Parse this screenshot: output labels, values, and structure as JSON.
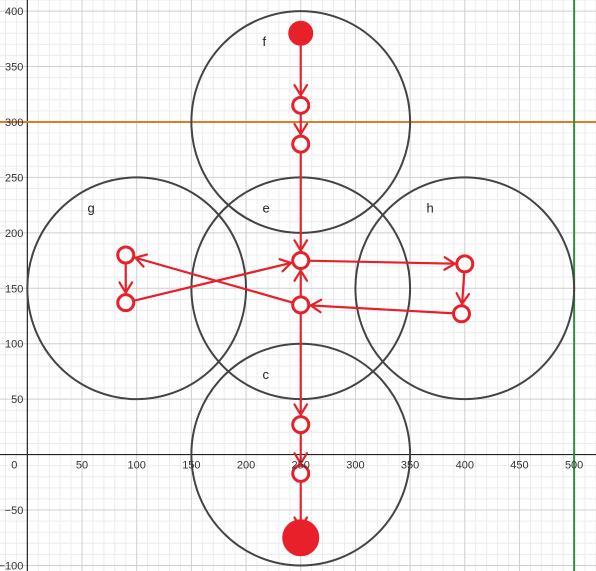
{
  "chart_data": {
    "type": "scatter",
    "title": "",
    "xlabel": "",
    "ylabel": "",
    "xlim": [
      -25,
      520
    ],
    "ylim": [
      -105,
      410
    ],
    "grid": true,
    "minor_grid_step": 10,
    "major_grid_step": 50,
    "x_ticks": [
      {
        "value": 50,
        "label": "50"
      },
      {
        "value": 100,
        "label": "100"
      },
      {
        "value": 150,
        "label": "150"
      },
      {
        "value": 200,
        "label": "200"
      },
      {
        "value": 250,
        "label": "250"
      },
      {
        "value": 300,
        "label": "300"
      },
      {
        "value": 350,
        "label": "350"
      },
      {
        "value": 400,
        "label": "400"
      },
      {
        "value": 450,
        "label": "450"
      },
      {
        "value": 500,
        "label": "500"
      }
    ],
    "y_ticks": [
      {
        "value": 400,
        "label": "400"
      },
      {
        "value": 350,
        "label": "350"
      },
      {
        "value": 300,
        "label": "300"
      },
      {
        "value": 250,
        "label": "250"
      },
      {
        "value": 200,
        "label": "200"
      },
      {
        "value": 150,
        "label": "150"
      },
      {
        "value": 100,
        "label": "100"
      },
      {
        "value": 50,
        "label": "50"
      },
      {
        "value": -50,
        "label": "−50"
      },
      {
        "value": -100,
        "label": "−100"
      }
    ],
    "origin_label": "0",
    "circles": [
      {
        "name": "f",
        "cx": 250,
        "cy": 300,
        "r": 100,
        "label_x": 215,
        "label_y": 372
      },
      {
        "name": "e",
        "cx": 250,
        "cy": 150,
        "r": 100,
        "label_x": 215,
        "label_y": 222
      },
      {
        "name": "g",
        "cx": 100,
        "cy": 150,
        "r": 100,
        "label_x": 55,
        "label_y": 222
      },
      {
        "name": "h",
        "cx": 400,
        "cy": 150,
        "r": 100,
        "label_x": 365,
        "label_y": 222
      },
      {
        "name": "c",
        "cx": 250,
        "cy": 0,
        "r": 100,
        "label_x": 215,
        "label_y": 72
      }
    ],
    "lines": [
      {
        "orientation": "horizontal",
        "value": 300,
        "color": "#e07b28"
      },
      {
        "orientation": "vertical",
        "value": 500,
        "color": "#2f8f3a"
      }
    ],
    "points": [
      {
        "x": 250,
        "y": 380,
        "filled": true,
        "size": "medium"
      },
      {
        "x": 250,
        "y": 315,
        "filled": false
      },
      {
        "x": 250,
        "y": 280,
        "filled": false
      },
      {
        "x": 250,
        "y": 175,
        "filled": false
      },
      {
        "x": 250,
        "y": 135,
        "filled": false
      },
      {
        "x": 90,
        "y": 180,
        "filled": false
      },
      {
        "x": 90,
        "y": 137,
        "filled": false
      },
      {
        "x": 400,
        "y": 172,
        "filled": false
      },
      {
        "x": 397,
        "y": 127,
        "filled": false
      },
      {
        "x": 250,
        "y": 27,
        "filled": false
      },
      {
        "x": 250,
        "y": -17,
        "filled": false
      },
      {
        "x": 250,
        "y": -75,
        "filled": true,
        "size": "large"
      }
    ],
    "arrows": [
      {
        "from": [
          250,
          380
        ],
        "to": [
          250,
          315
        ]
      },
      {
        "from": [
          250,
          315
        ],
        "to": [
          250,
          280
        ]
      },
      {
        "from": [
          250,
          280
        ],
        "to": [
          250,
          175
        ]
      },
      {
        "from": [
          250,
          135
        ],
        "to": [
          250,
          175
        ]
      },
      {
        "from": [
          250,
          135
        ],
        "to": [
          90,
          180
        ]
      },
      {
        "from": [
          90,
          180
        ],
        "to": [
          90,
          137
        ]
      },
      {
        "from": [
          90,
          137
        ],
        "to": [
          250,
          175
        ]
      },
      {
        "from": [
          250,
          175
        ],
        "to": [
          400,
          172
        ]
      },
      {
        "from": [
          400,
          172
        ],
        "to": [
          397,
          127
        ]
      },
      {
        "from": [
          397,
          127
        ],
        "to": [
          250,
          135
        ]
      },
      {
        "from": [
          250,
          135
        ],
        "to": [
          250,
          27
        ]
      },
      {
        "from": [
          250,
          27
        ],
        "to": [
          250,
          -17
        ]
      },
      {
        "from": [
          250,
          -17
        ],
        "to": [
          250,
          -75
        ]
      }
    ],
    "marker_color": "#e8202a"
  }
}
